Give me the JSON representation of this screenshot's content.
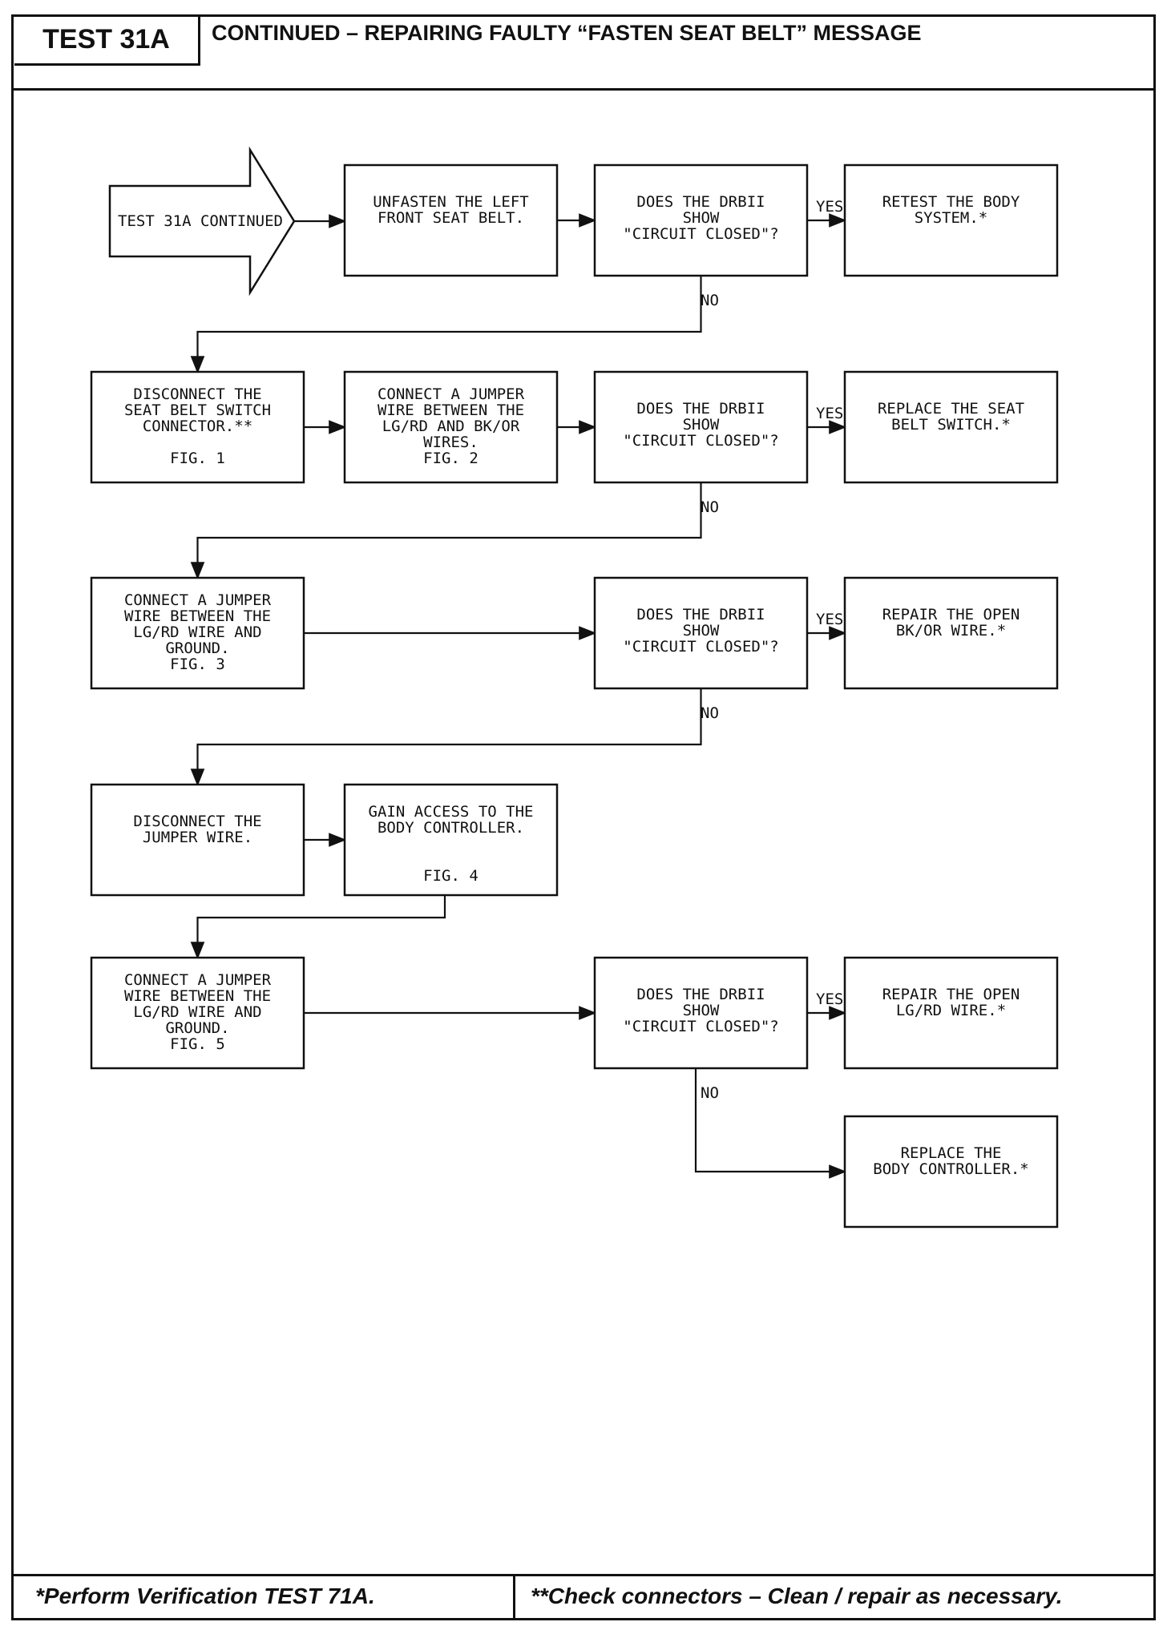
{
  "header": {
    "test_id": "TEST 31A",
    "title": "CONTINUED – REPAIRING FAULTY “FASTEN SEAT BELT” MESSAGE"
  },
  "footer": {
    "left_note": "*Perform Verification TEST 71A.",
    "right_note": "**Check connectors – Clean / repair as necessary."
  },
  "flowchart": {
    "start": {
      "lines": [
        "TEST 31A CONTINUED"
      ]
    },
    "boxes": {
      "unfasten": {
        "lines": [
          "UNFASTEN THE LEFT",
          "FRONT SEAT BELT."
        ]
      },
      "q1": {
        "lines": [
          "DOES THE DRBII",
          "SHOW",
          "\"CIRCUIT CLOSED\"?"
        ]
      },
      "retest": {
        "lines": [
          "RETEST THE BODY",
          "SYSTEM.*"
        ]
      },
      "disconnect_switch": {
        "lines": [
          "DISCONNECT THE",
          "SEAT BELT SWITCH",
          "CONNECTOR.**",
          "",
          "FIG. 1"
        ]
      },
      "jumper_wires": {
        "lines": [
          "CONNECT A JUMPER",
          "WIRE BETWEEN THE",
          "LG/RD AND BK/OR",
          "WIRES.",
          "FIG. 2"
        ]
      },
      "q2": {
        "lines": [
          "DOES THE DRBII",
          "SHOW",
          "\"CIRCUIT CLOSED\"?"
        ]
      },
      "replace_switch": {
        "lines": [
          "REPLACE THE SEAT",
          "BELT SWITCH.*"
        ]
      },
      "jumper_ground_1": {
        "lines": [
          "CONNECT A JUMPER",
          "WIRE BETWEEN THE",
          "LG/RD WIRE AND",
          "GROUND.",
          "FIG. 3"
        ]
      },
      "q3": {
        "lines": [
          "DOES THE DRBII",
          "SHOW",
          "\"CIRCUIT CLOSED\"?"
        ]
      },
      "repair_bkor": {
        "lines": [
          "REPAIR THE OPEN",
          "BK/OR WIRE.*"
        ]
      },
      "disconnect_jumper": {
        "lines": [
          "DISCONNECT THE",
          "JUMPER WIRE."
        ]
      },
      "gain_access": {
        "lines": [
          "GAIN ACCESS TO THE",
          "BODY CONTROLLER.",
          "",
          "",
          "FIG. 4"
        ]
      },
      "jumper_ground_2": {
        "lines": [
          "CONNECT A JUMPER",
          "WIRE BETWEEN THE",
          "LG/RD WIRE AND",
          "GROUND.",
          "FIG. 5"
        ]
      },
      "q4": {
        "lines": [
          "DOES THE DRBII",
          "SHOW",
          "\"CIRCUIT CLOSED\"?"
        ]
      },
      "repair_lgrd": {
        "lines": [
          "REPAIR THE OPEN",
          "LG/RD WIRE.*"
        ]
      },
      "replace_controller": {
        "lines": [
          "REPLACE THE",
          "BODY CONTROLLER.*"
        ]
      }
    },
    "branch_labels": {
      "yes": "YES",
      "no": "NO"
    }
  }
}
